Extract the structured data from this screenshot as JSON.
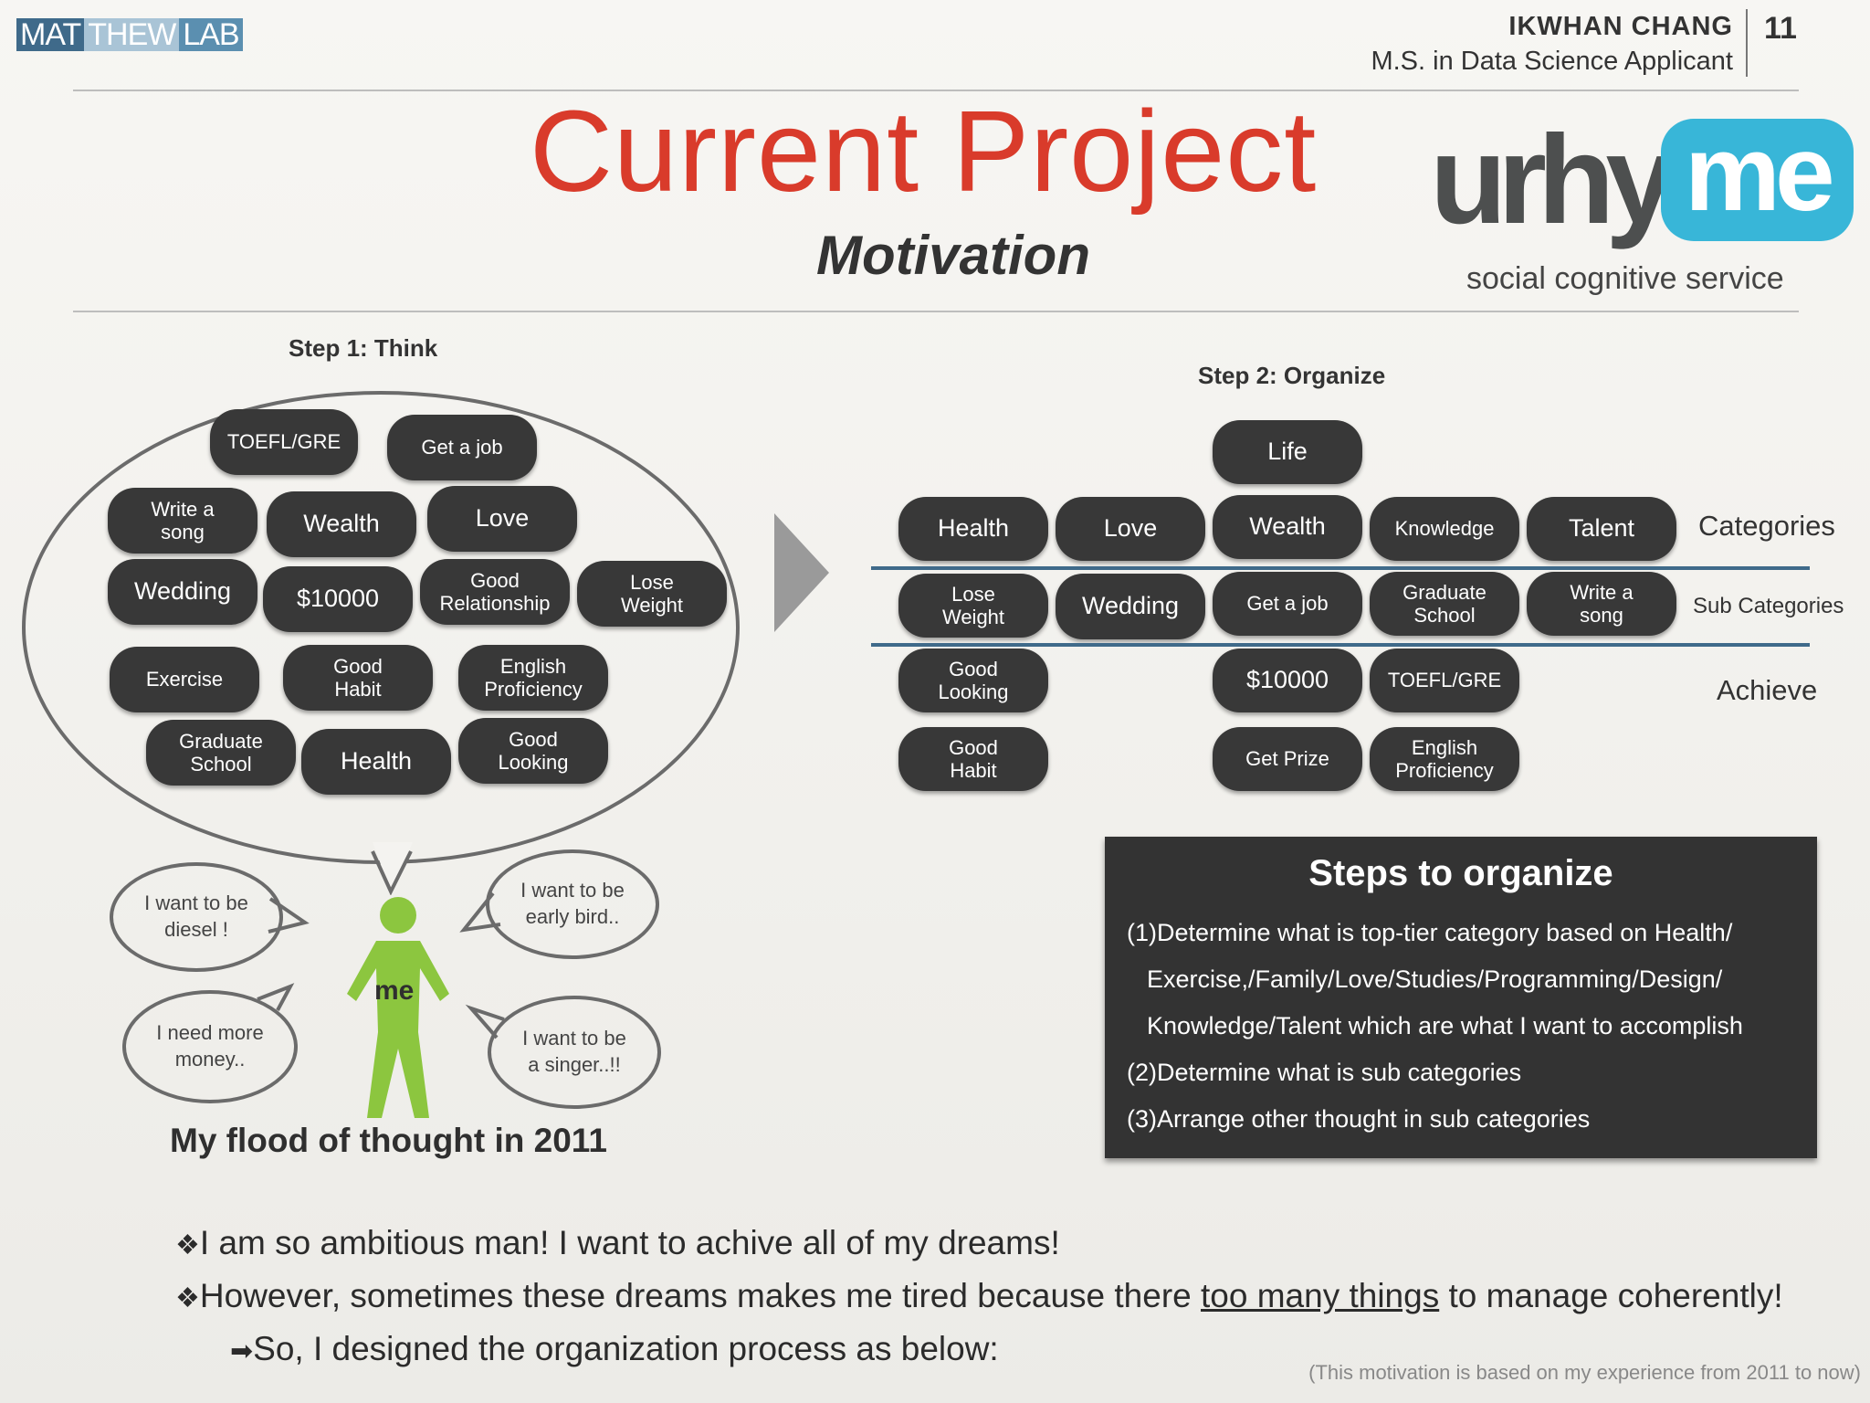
{
  "header": {
    "logo": [
      "MAT",
      "THEW",
      "LAB"
    ],
    "author_name": "IKWHAN CHANG",
    "author_role": "M.S. in Data Science  Applicant",
    "page_number": "11"
  },
  "title": "Current Project",
  "subtitle": "Motivation",
  "brand": {
    "part1": "urhy",
    "part2": "me",
    "tagline": "social cognitive service"
  },
  "step1": {
    "label": "Step 1: Think",
    "thoughts": [
      "TOEFL/GRE",
      "Get a job",
      "Write a\nsong",
      "Wealth",
      "Love",
      "Wedding",
      "$10000",
      "Good\nRelationship",
      "Lose\nWeight",
      "Exercise",
      "Good\nHabit",
      "English\nProficiency",
      "Graduate\nSchool",
      "Health",
      "Good\nLooking"
    ],
    "bubbles": [
      "I want to be\ndiesel !",
      "I want to be\nearly bird..",
      "I need more\nmoney..",
      "I want to be\na singer..!!"
    ],
    "figure_label": "me",
    "caption": "My flood of thought in 2011"
  },
  "step2": {
    "label": "Step 2: Organize",
    "root": "Life",
    "categories": [
      "Health",
      "Love",
      "Wealth",
      "Knowledge",
      "Talent"
    ],
    "sub_categories": [
      "Lose\nWeight",
      "Wedding",
      "Get a job",
      "Graduate\nSchool",
      "Write a\nsong"
    ],
    "achieve": [
      "Good\nLooking",
      "$10000",
      "TOEFL/GRE",
      "Good\nHabit",
      "Get Prize",
      "English\nProficiency"
    ],
    "row_labels": [
      "Categories",
      "Sub Categories",
      "Achieve"
    ]
  },
  "steps_box": {
    "title": "Steps to organize",
    "lines": [
      "(1)Determine what is top-tier category based on Health/",
      "Exercise,/Family/Love/Studies/Programming/Design/",
      "Knowledge/Talent which are what I want to accomplish",
      "(2)Determine what is sub categories",
      "(3)Arrange other thought in sub categories"
    ]
  },
  "bullets": {
    "b1": "I am so ambitious man! I want to achive all of my dreams!",
    "b2_pre": "However, sometimes these dreams makes me tired because there ",
    "b2_u": "too many things",
    "b2_post": " to manage coherently!",
    "b3": "So, I designed the organization process as below:",
    "bullet_glyph": "❖",
    "arrow_glyph": "➡"
  },
  "footnote": "(This motivation is based on my experience from 2011 to now)",
  "colors": {
    "title_red": "#d93b2b",
    "brand_blue": "#38b6d8",
    "pill_dark": "#383838",
    "figure_green": "#8cc63f",
    "divider_blue": "#3f6a8a"
  }
}
